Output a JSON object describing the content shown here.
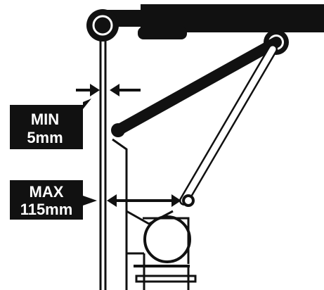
{
  "diagram": {
    "colors": {
      "ink": "#111111",
      "paper": "#ffffff"
    },
    "min_label": {
      "line1": "MIN",
      "line2": "5mm"
    },
    "max_label": {
      "line1": "MAX",
      "line2": "115mm"
    }
  }
}
